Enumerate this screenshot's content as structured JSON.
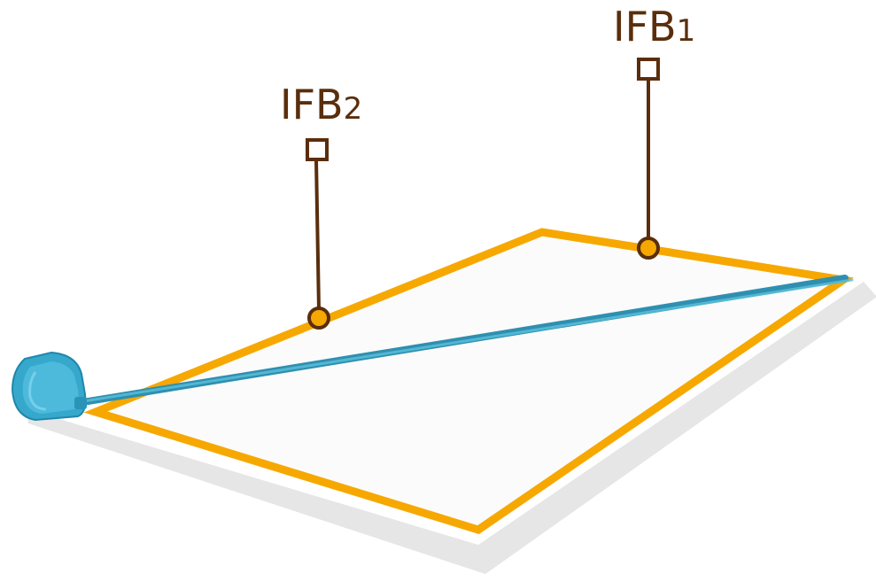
{
  "callouts": [
    {
      "id": "ifb1",
      "prefix": "IFB",
      "index": "1"
    },
    {
      "id": "ifb2",
      "prefix": "IFB",
      "index": "2"
    }
  ],
  "colors": {
    "frame": "#f6a800",
    "tape": "#3aa7c7",
    "callout": "#5a2e0c",
    "surface": "#fbfbfb",
    "shadow": "#e3e3e3"
  },
  "icons": {
    "tape_measure": "tape-measure-icon",
    "sensor_marker": "square-marker-icon",
    "attach_point": "ring-marker-icon"
  }
}
